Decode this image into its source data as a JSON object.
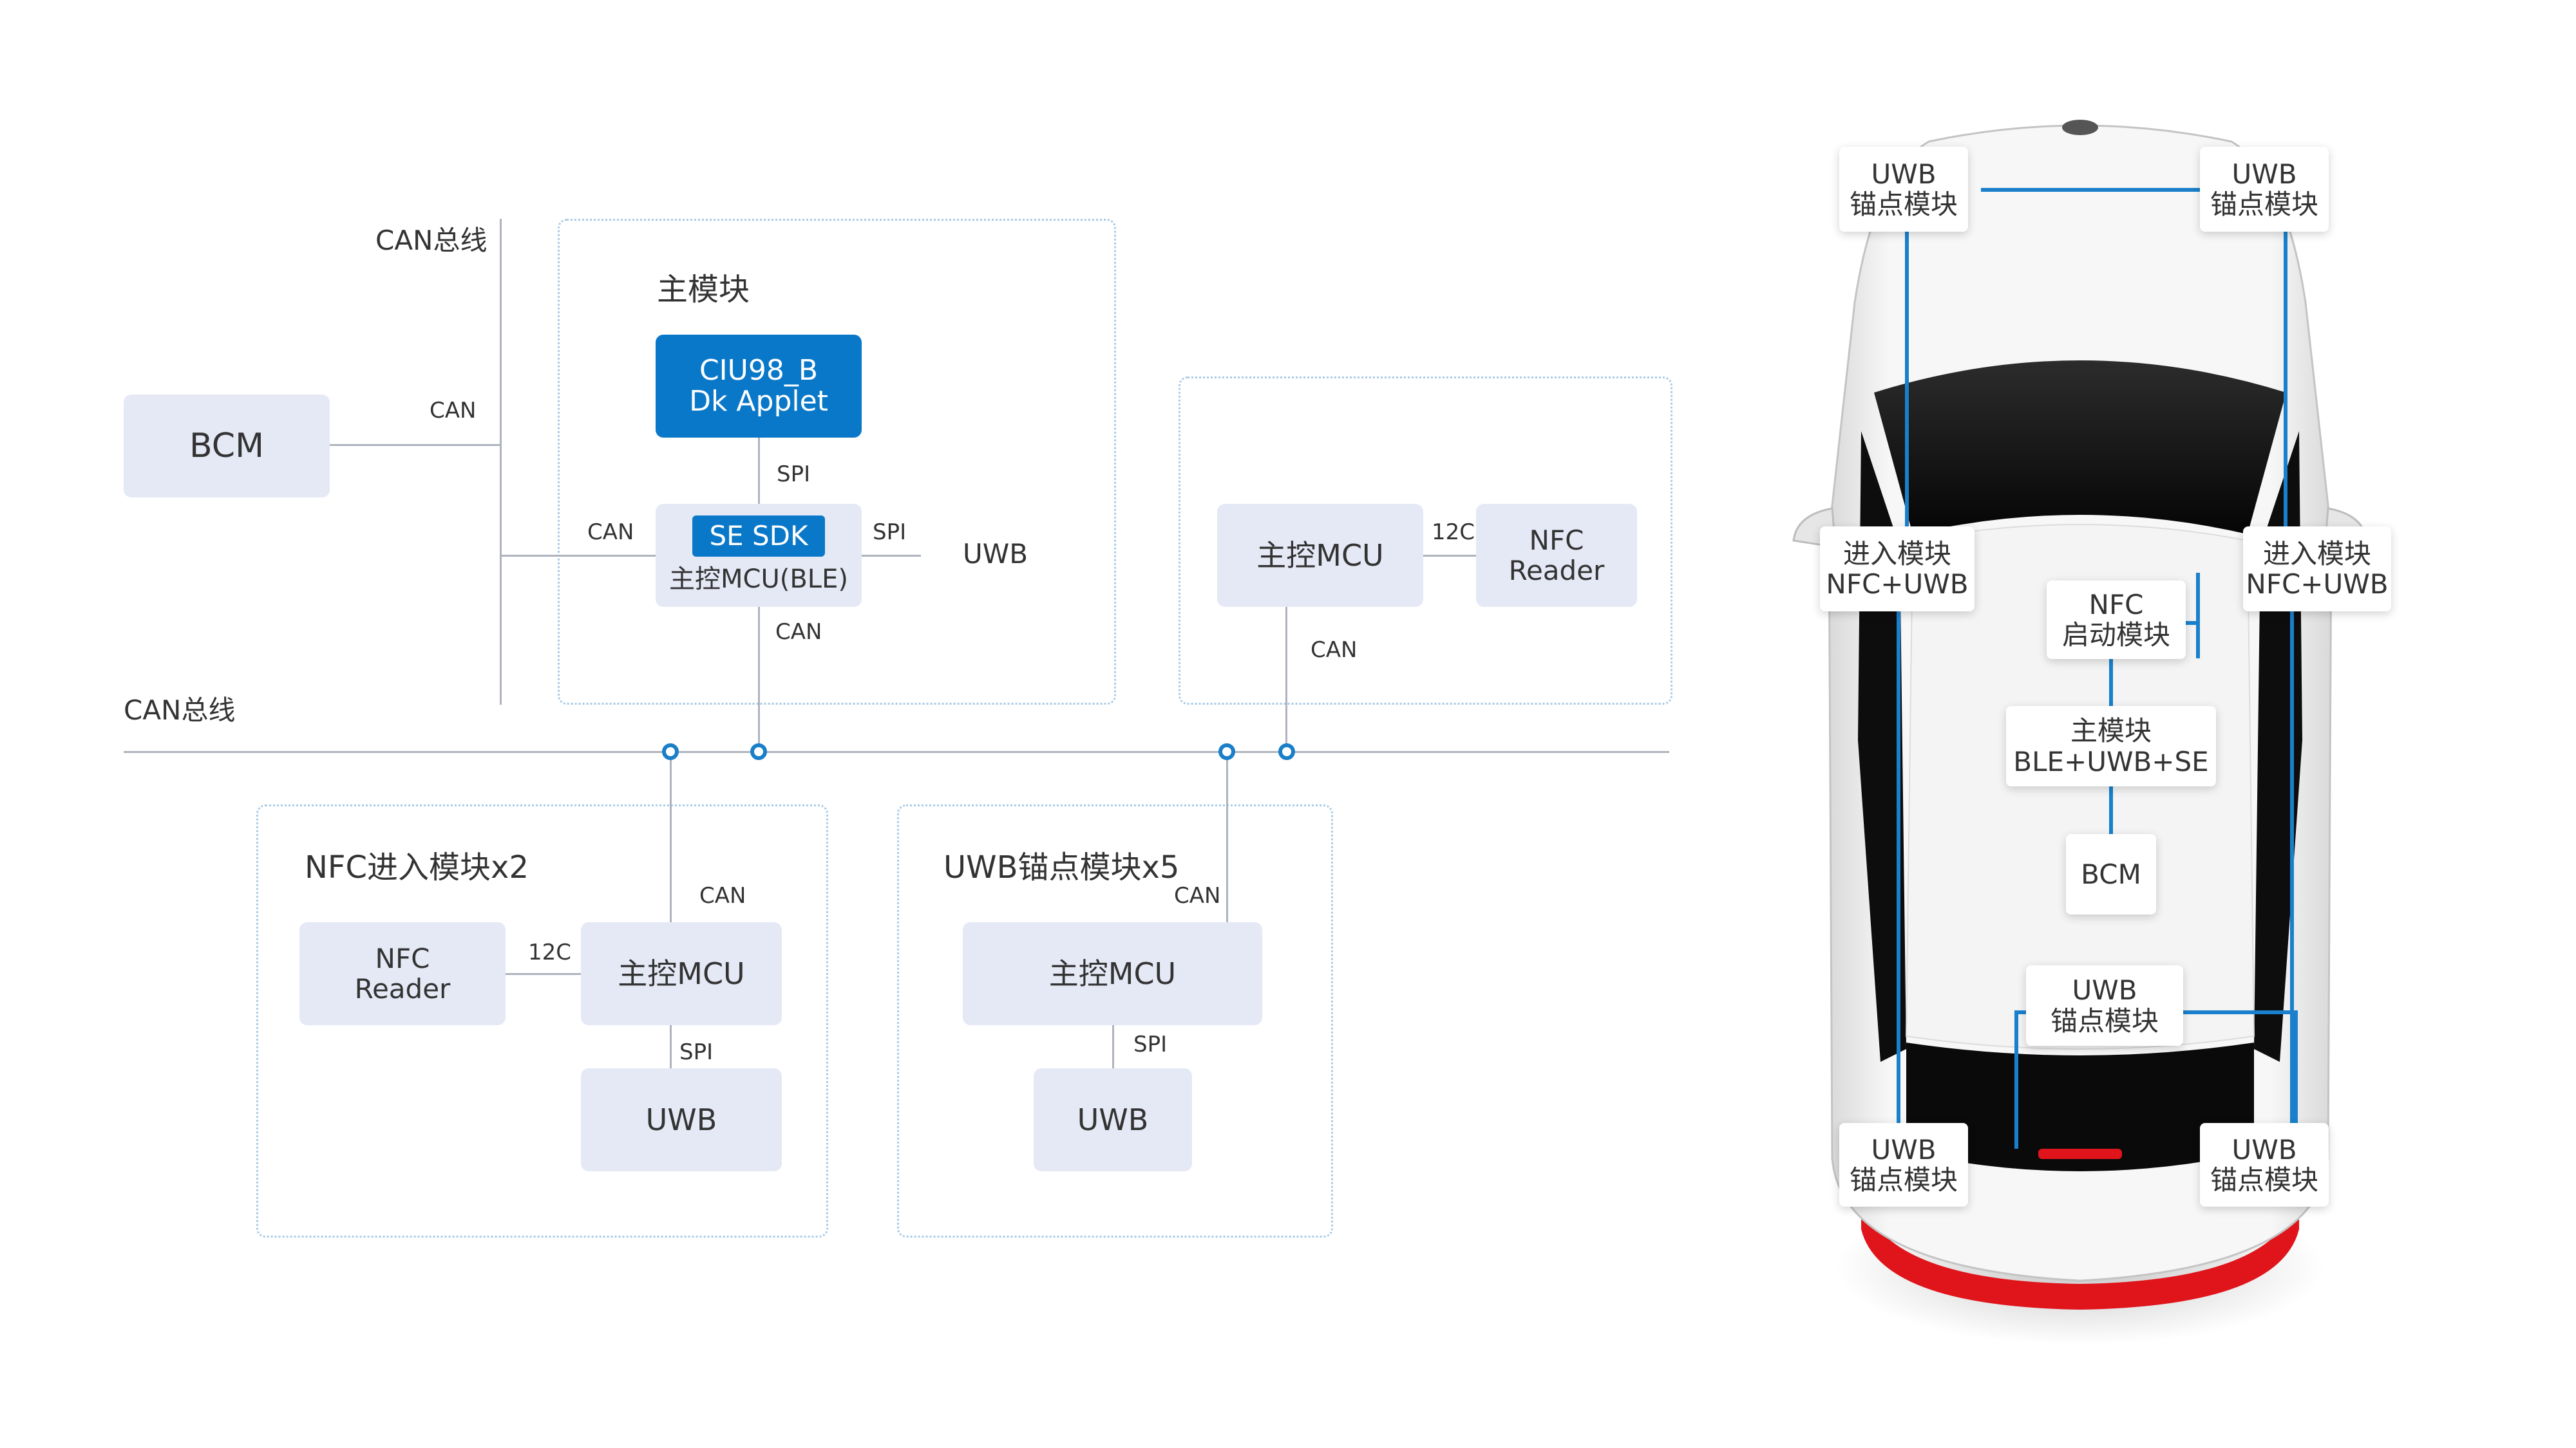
{
  "architecture": {
    "can_bus_vertical_label": "CAN总线",
    "can_bus_horizontal_label": "CAN总线",
    "bcm": {
      "label": "BCM",
      "link": "CAN"
    },
    "main_module": {
      "title": "主模块",
      "applet": {
        "line1": "CIU98_B",
        "line2": "Dk Applet"
      },
      "spi_top": "SPI",
      "sdk": "SE SDK",
      "mcu": "主控MCU(BLE)",
      "can_left": "CAN",
      "spi_right": "SPI",
      "uwb": "UWB",
      "can_bottom": "CAN"
    },
    "nfc_start_module": {
      "mcu": "主控MCU",
      "i2c": "12C",
      "reader_line1": "NFC",
      "reader_line2": "Reader",
      "can": "CAN"
    },
    "nfc_entry_module": {
      "title": "NFC进入模块x2",
      "reader_line1": "NFC",
      "reader_line2": "Reader",
      "i2c": "12C",
      "mcu": "主控MCU",
      "can": "CAN",
      "spi": "SPI",
      "uwb": "UWB"
    },
    "uwb_anchor_module": {
      "title": "UWB锚点模块x5",
      "can": "CAN",
      "mcu": "主控MCU",
      "spi": "SPI",
      "uwb": "UWB"
    }
  },
  "vehicle": {
    "front_left": {
      "line1": "UWB",
      "line2": "锚点模块"
    },
    "front_right": {
      "line1": "UWB",
      "line2": "锚点模块"
    },
    "entry_left": {
      "line1": "进入模块",
      "line2": "NFC+UWB"
    },
    "entry_right": {
      "line1": "进入模块",
      "line2": "NFC+UWB"
    },
    "nfc_start": {
      "line1": "NFC",
      "line2": "启动模块"
    },
    "main": {
      "line1": "主模块",
      "line2": "BLE+UWB+SE"
    },
    "bcm": {
      "line1": "BCM"
    },
    "mid_rear": {
      "line1": "UWB",
      "line2": "锚点模块"
    },
    "rear_left": {
      "line1": "UWB",
      "line2": "锚点模块"
    },
    "rear_right": {
      "line1": "UWB",
      "line2": "锚点模块"
    }
  },
  "colors": {
    "module_fill": "#e5e9f6",
    "accent_blue": "#0a78c9",
    "bus_line": "#aeb3bd",
    "dashed_border": "#a9cbe7",
    "car_body": "#f2f2f2",
    "tail_light": "#e0141b"
  }
}
